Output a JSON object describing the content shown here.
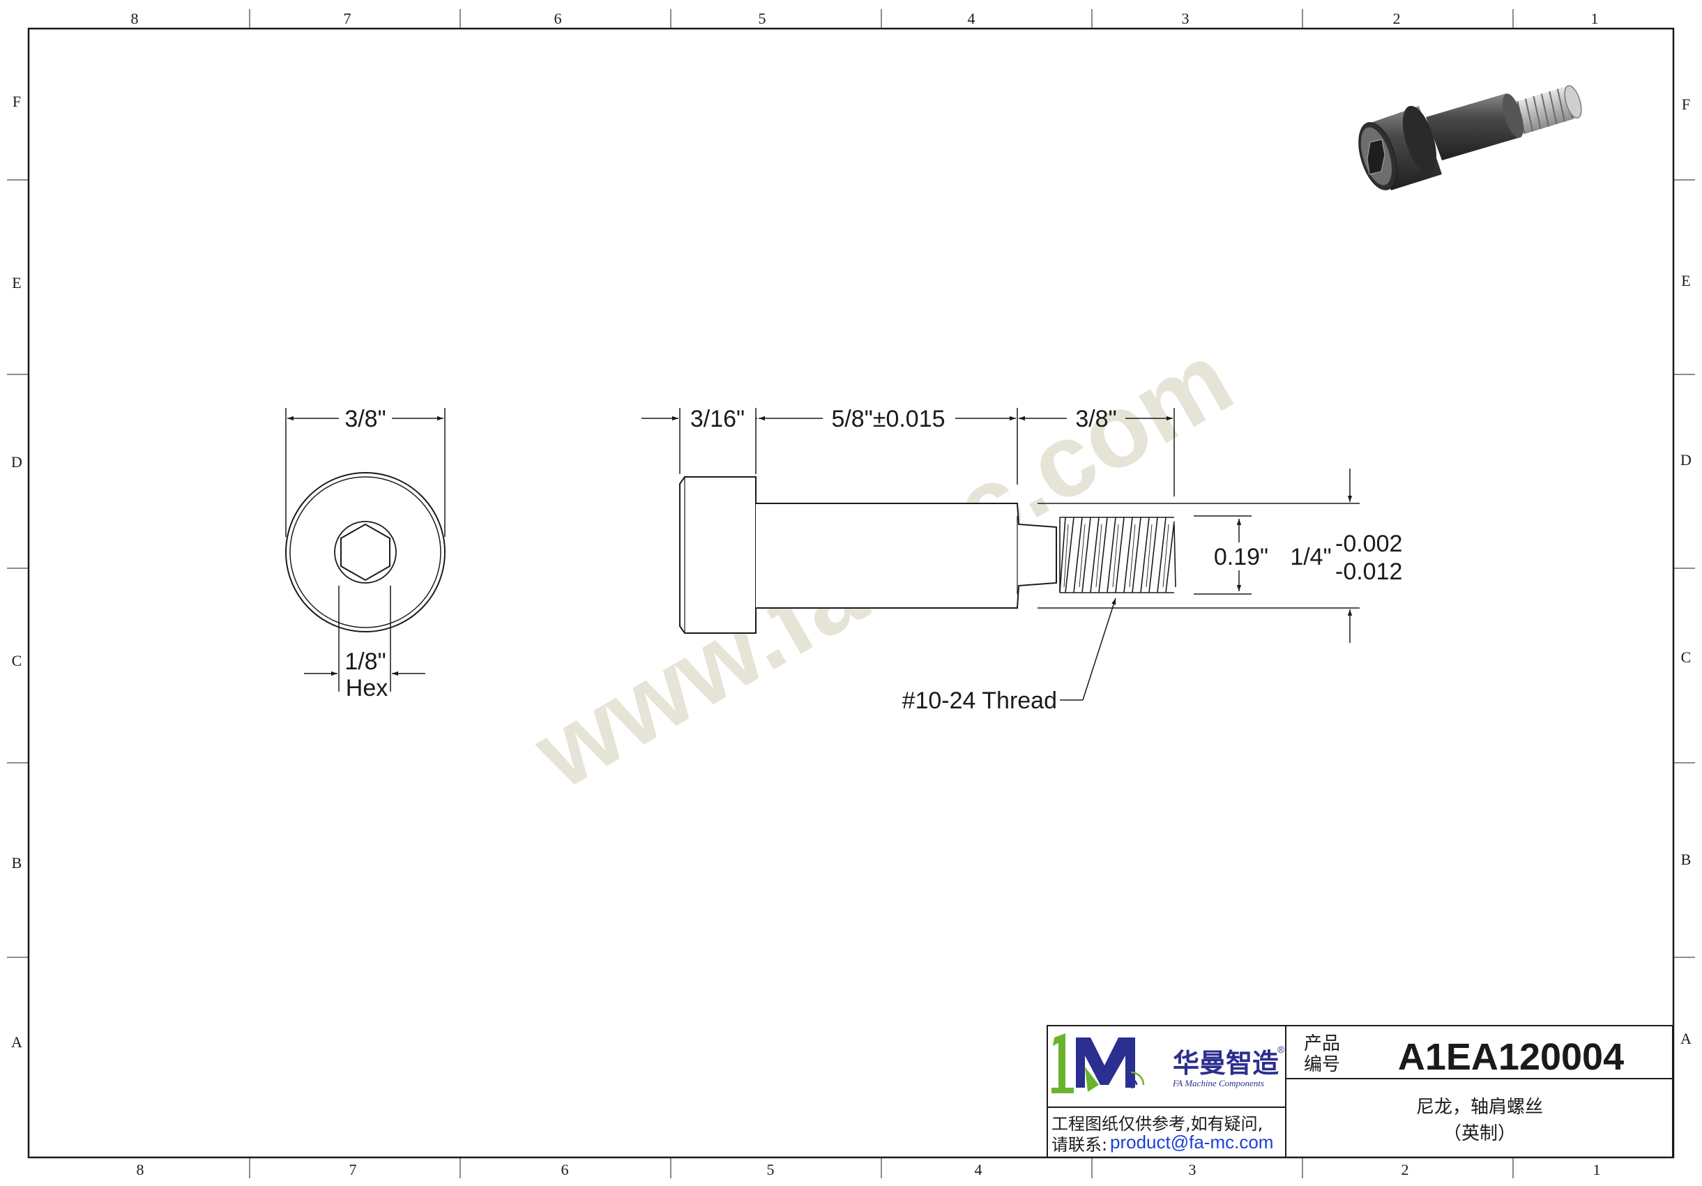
{
  "frame": {
    "columns": [
      "8",
      "7",
      "6",
      "5",
      "4",
      "3",
      "2",
      "1"
    ],
    "rows": [
      "F",
      "E",
      "D",
      "C",
      "B",
      "A"
    ]
  },
  "watermark": "www.fa-mc.com",
  "end_view": {
    "diameter": "3/8\"",
    "hex_size": "1/8\"",
    "hex_label": "Hex"
  },
  "side_view": {
    "head_length": "3/16\"",
    "shoulder_length": "5/8\"±0.015",
    "thread_length": "3/8\"",
    "neck_diameter": "0.19\"",
    "shoulder_diameter": "1/4\"",
    "tolerance_upper": "-0.002",
    "tolerance_lower": "-0.012",
    "thread_callout": "#10-24 Thread"
  },
  "title_block": {
    "logo_cn": "华曼智造",
    "logo_en": "FA Machine Components",
    "registered_mark": "®",
    "code_label_1": "产品",
    "code_label_2": "编号",
    "product_code": "A1EA120004",
    "description_1": "尼龙，轴肩螺丝",
    "description_2": "（英制）",
    "disclaimer": "工程图纸仅供参考,如有疑问,",
    "contact_label": "请联系:",
    "contact_email": "product@fa-mc.com"
  },
  "colors": {
    "line": "#1a1a1a",
    "watermark": "#e6e4d6",
    "logo_green": "#6ab42d",
    "logo_blue": "#2b2f8f",
    "email_blue": "#1b3fd6",
    "bolt_dark": "#3a3a3a"
  }
}
